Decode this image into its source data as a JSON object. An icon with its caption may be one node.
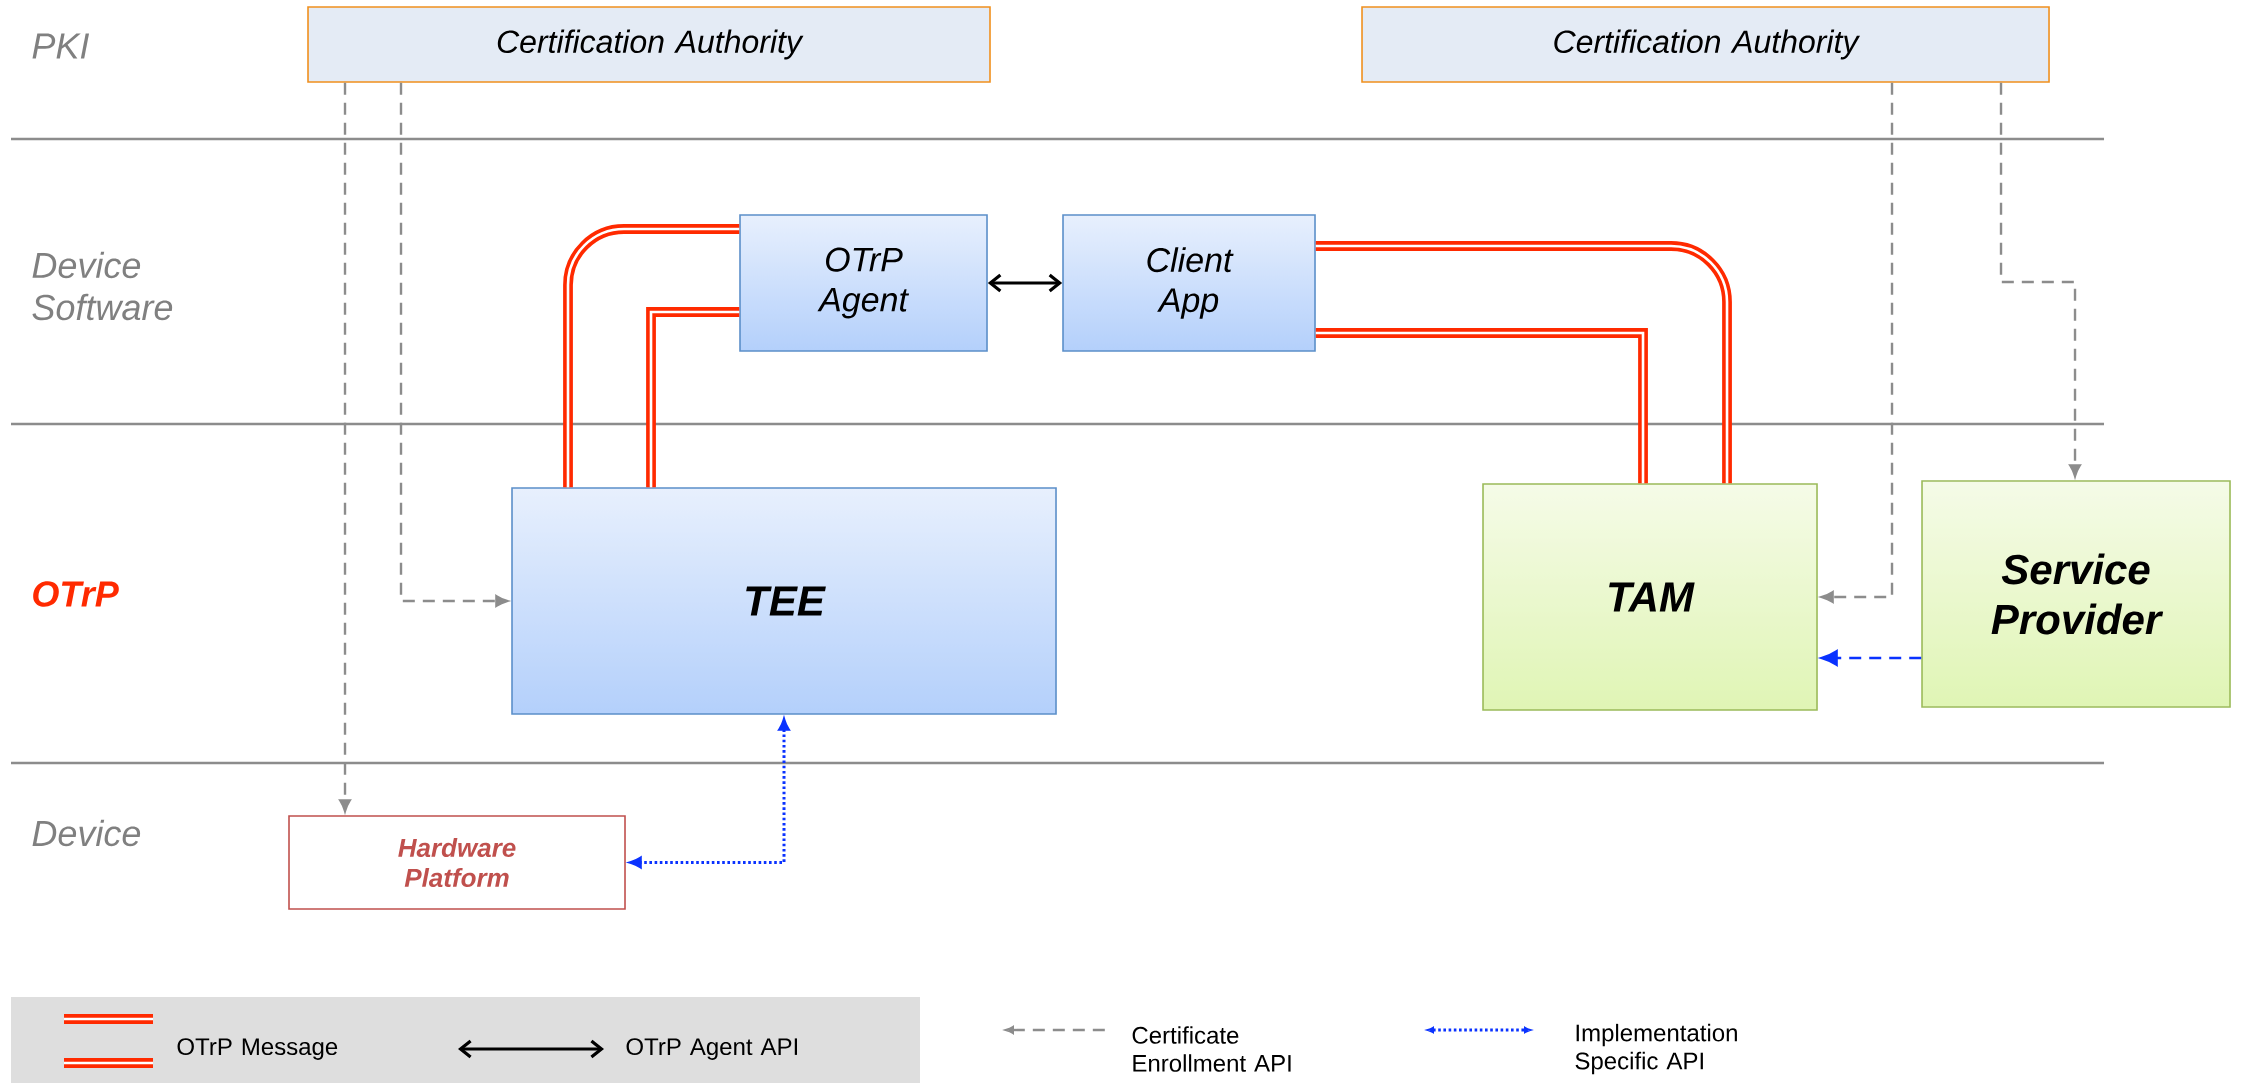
{
  "diagram": {
    "nodes": [
      {
        "text": [
          "Certification Authority"
        ]
      },
      {
        "text": [
          "Certification Authority"
        ]
      },
      {
        "text": [
          "OTrP Agent"
        ]
      },
      {
        "text": [
          "Client App"
        ]
      },
      {
        "text": [
          "TEE"
        ]
      },
      {
        "text": [
          "TAM"
        ]
      },
      {
        "text": [
          "Service Provider"
        ]
      },
      {
        "text": [
          "Hardware Platform"
        ]
      }
    ],
    "edges": [
      {
        "from": 0,
        "to": 7,
        "arrow": "to",
        "style": "dashed",
        "color": "#8c8c8c"
      },
      {
        "from": 0,
        "to": 4,
        "arrow": "to",
        "style": "dashed",
        "color": "#8c8c8c"
      },
      {
        "from": 1,
        "to": 5,
        "arrow": "to",
        "style": "dashed",
        "color": "#8c8c8c"
      },
      {
        "from": 1,
        "to": 6,
        "arrow": "to",
        "style": "dashed",
        "color": "#8c8c8c"
      },
      {
        "from": 6,
        "to": 5,
        "arrow": "to",
        "style": "dashed",
        "color": "#0a32ff"
      },
      {
        "from": 4,
        "to": 7,
        "arrow": "both",
        "style": "dashed",
        "color": "#0a32ff"
      },
      {
        "from": 2,
        "to": 3,
        "arrow": "both",
        "color": "#000000"
      },
      {
        "from": 4,
        "to": 2,
        "arrow": "none",
        "style": "thick",
        "color": "#ff2a00"
      },
      {
        "from": 4,
        "to": 2,
        "arrow": "none",
        "style": "thick",
        "color": "#ff2a00"
      },
      {
        "from": 3,
        "to": 5,
        "arrow": "none",
        "style": "thick",
        "color": "#ff2a00"
      },
      {
        "from": 3,
        "to": 5,
        "arrow": "none",
        "style": "thick",
        "color": "#ff2a00"
      }
    ],
    "labels": [
      "PKI",
      "Device Software",
      "OTrP",
      "Device"
    ],
    "legend": [
      {
        "text": "OTrP Message"
      },
      {
        "text": "OTrP Agent API"
      },
      {
        "text": "Certificate Enrollment API"
      },
      {
        "text": "Implementation Specific API"
      }
    ]
  }
}
